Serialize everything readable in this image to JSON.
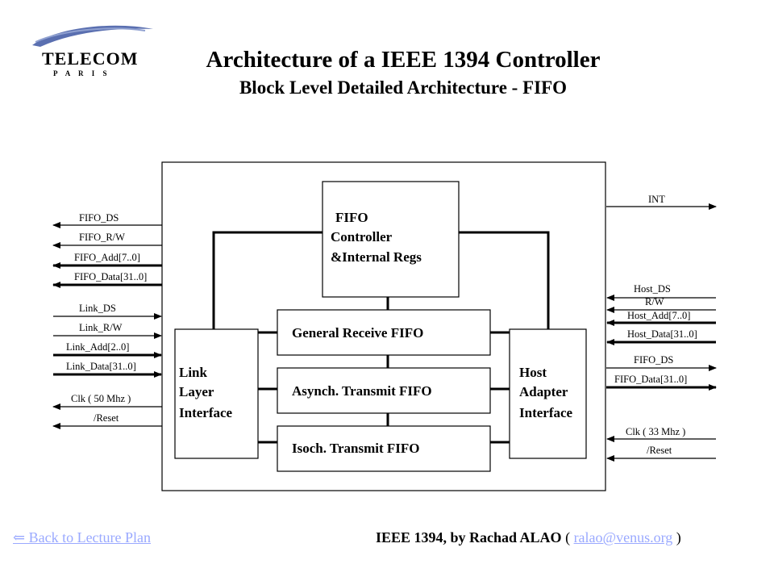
{
  "logo": {
    "wordmark": "TELECOM",
    "subtext": "P A R I S",
    "swoosh_color": "#5a6fb0"
  },
  "header": {
    "title": "Architecture of a IEEE 1394 Controller",
    "subtitle": "Block Level Detailed Architecture - FIFO"
  },
  "diagram": {
    "fifo_controller": [
      "FIFO",
      "Controller",
      "&Internal Regs"
    ],
    "general_receive_fifo": "General Receive FIFO",
    "async_transmit_fifo": "Asynch. Transmit FIFO",
    "isoch_transmit_fifo": "Isoch. Transmit FIFO",
    "link_layer_interface": [
      "Link",
      "Layer",
      "Interface"
    ],
    "host_adapter_interface": [
      "Host",
      "Adapter",
      "Interface"
    ],
    "left_signals": {
      "fifo_ds": "FIFO_DS",
      "fifo_rw": "FIFO_R/W",
      "fifo_add": "FIFO_Add[7..0]",
      "fifo_data": "FIFO_Data[31..0]",
      "link_ds": "Link_DS",
      "link_rw": "Link_R/W",
      "link_add": "Link_Add[2..0]",
      "link_data": "Link_Data[31..0]",
      "clk": "Clk ( 50 Mhz )",
      "reset": "/Reset"
    },
    "right_signals": {
      "int": "INT",
      "host_ds": "Host_DS",
      "rw": "R/W",
      "host_add": "Host_Add[7..0]",
      "host_data": "Host_Data[31..0]",
      "fifo_ds": "FIFO_DS",
      "fifo_data": "FIFO_Data[31..0]",
      "clk": "Clk ( 33 Mhz )",
      "reset": "/Reset"
    }
  },
  "footer": {
    "back_link": "⇐ Back to Lecture Plan",
    "credit": "IEEE 1394, by Rachad ALAO",
    "open_paren": "(",
    "email": "ralao@venus.org",
    "close_paren": ")",
    "link_color": "#9aa9ff"
  }
}
